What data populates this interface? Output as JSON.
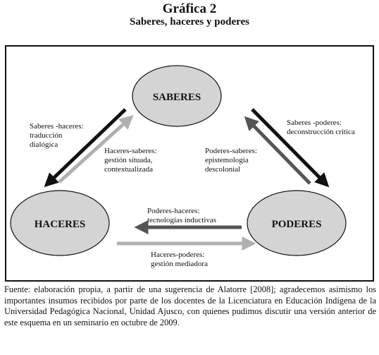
{
  "figure": {
    "title": "Gráfica 2",
    "subtitle": "Saberes, haceres y poderes"
  },
  "nodes": {
    "saberes": "SABERES",
    "haceres": "HACERES",
    "poderes": "PODERES"
  },
  "edges": {
    "saberes_haceres": {
      "title": "Saberes -haceres:",
      "line1": "traducción",
      "line2": "dialógica"
    },
    "haceres_saberes": {
      "title": "Haceres-saberes:",
      "line1": "gestión situada,",
      "line2": "contextualizada"
    },
    "poderes_saberes": {
      "title": "Poderes-saberes:",
      "line1": "epistemología",
      "line2": "descolonial"
    },
    "saberes_poderes": {
      "title": "Saberes -poderes:",
      "line1": "deconstrucción crítica"
    },
    "poderes_haceres": {
      "title": "Poderes-haceres:",
      "line1": "tecnologías inductivas"
    },
    "haceres_poderes": {
      "title": "Haceres-poderes:",
      "line1": "gestión mediadora"
    }
  },
  "caption": "Fuente: elaboración propia, a partir de una sugerencia de Alatorre [2008]; agradecemos asimismo los importantes insumos recibidos por parte de los docentes de la Licenciatura en Educación Indígena de la Universidad Pedagógica Nacional, Unidad Ajusco, con quienes pudimos discutir una versión anterior de este esquema en un seminario en octubre de 2009.",
  "colors": {
    "node_fill": "#d4d4d4",
    "arrow_black": "#111111",
    "arrow_dark_gray": "#555555",
    "arrow_light_gray": "#b0b0b0"
  }
}
